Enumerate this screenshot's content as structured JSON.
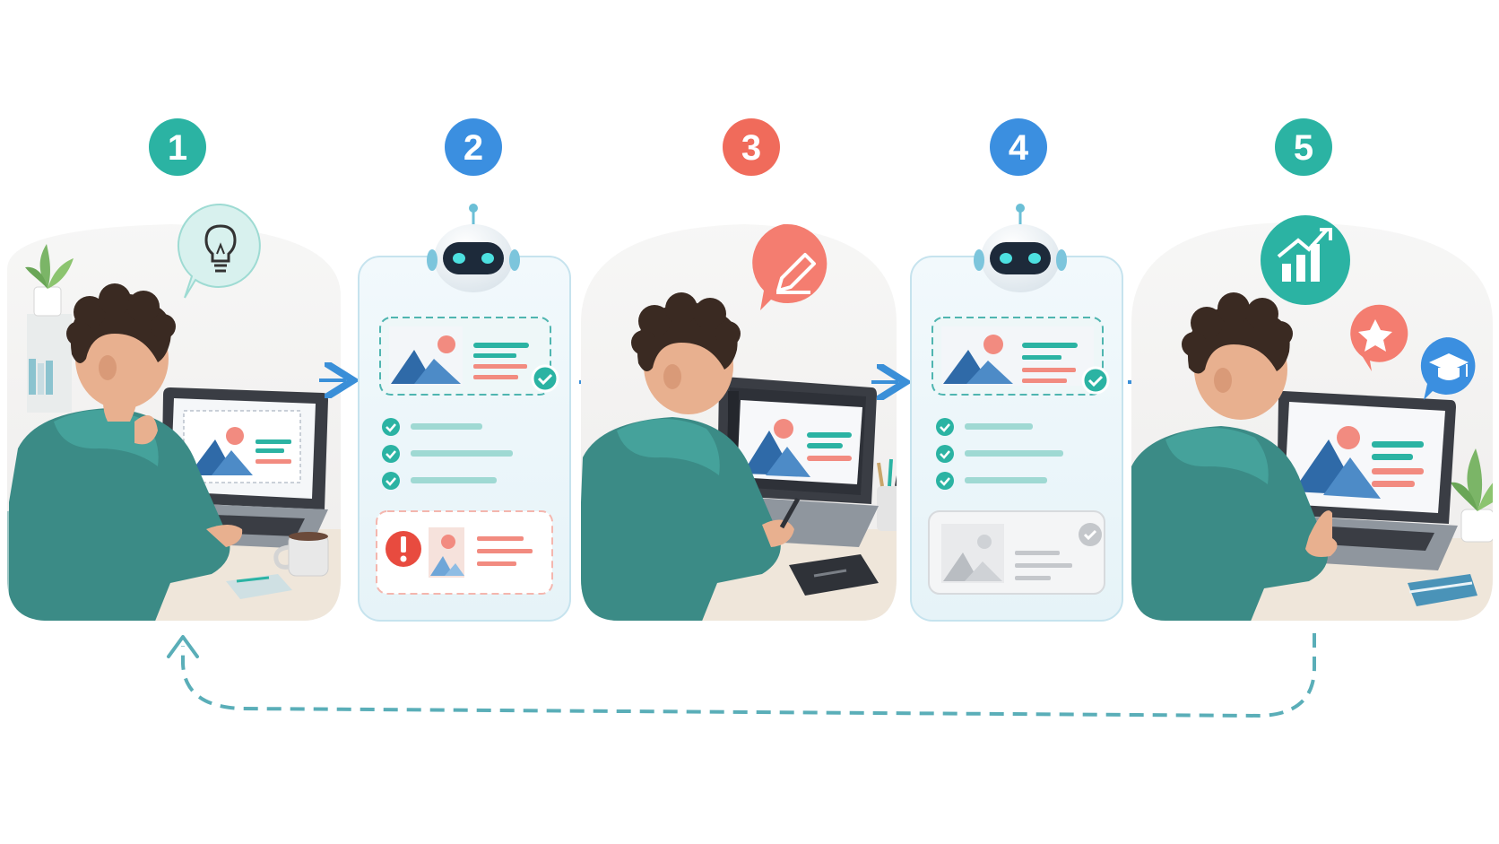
{
  "steps": [
    {
      "number": "1",
      "color": "#2bb3a3",
      "bubble_icon": "lightbulb-icon",
      "bubble_color": "#d8f1ee"
    },
    {
      "number": "2",
      "color": "#3b8fe0",
      "bubble_icon": "robot-icon"
    },
    {
      "number": "3",
      "color": "#f06b5b",
      "bubble_icon": "pencil-icon",
      "bubble_color": "#f47d70"
    },
    {
      "number": "4",
      "color": "#3b8fe0",
      "bubble_icon": "robot-icon"
    },
    {
      "number": "5",
      "color": "#2bb3a3",
      "bubble_icon": "growth-chart-icon",
      "bubble_color": "#2bb3a3"
    }
  ],
  "colors": {
    "teal": "#2bb3a3",
    "blue": "#3b8fe0",
    "coral": "#f06b5b",
    "arrow": "#3a8fd8",
    "loop": "#5aaeb8",
    "hoodie": "#3b8b86",
    "skin": "#e8b08f",
    "hair": "#3a2a22"
  }
}
